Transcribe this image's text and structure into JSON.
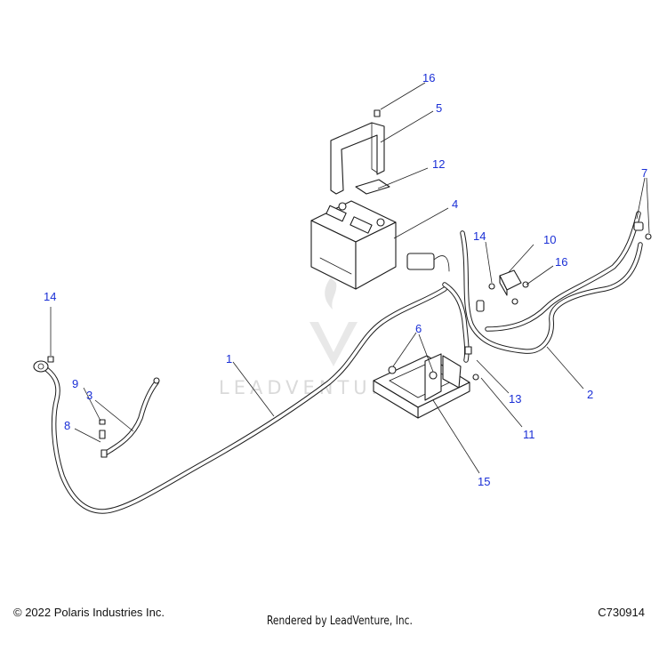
{
  "watermark": {
    "text": "LEADVENTURE"
  },
  "callouts": [
    {
      "id": "c1",
      "label": "1"
    },
    {
      "id": "c2",
      "label": "2"
    },
    {
      "id": "c3",
      "label": "3"
    },
    {
      "id": "c4",
      "label": "4"
    },
    {
      "id": "c5",
      "label": "5"
    },
    {
      "id": "c6",
      "label": "6"
    },
    {
      "id": "c7",
      "label": "7"
    },
    {
      "id": "c8",
      "label": "8"
    },
    {
      "id": "c9",
      "label": "9"
    },
    {
      "id": "c10",
      "label": "10"
    },
    {
      "id": "c11",
      "label": "11"
    },
    {
      "id": "c12",
      "label": "12"
    },
    {
      "id": "c13",
      "label": "13"
    },
    {
      "id": "c14a",
      "label": "14"
    },
    {
      "id": "c14b",
      "label": "14"
    },
    {
      "id": "c15",
      "label": "15"
    },
    {
      "id": "c16a",
      "label": "16"
    },
    {
      "id": "c16b",
      "label": "16"
    }
  ],
  "footer": {
    "copyright": "© 2022 Polaris Industries Inc.",
    "rendered_by": "Rendered by LeadVenture, Inc.",
    "part_number": "C730914"
  },
  "colors": {
    "callout": "#1a2fd6",
    "line": "#1c1c1c",
    "watermark": "#d6d6d6"
  }
}
